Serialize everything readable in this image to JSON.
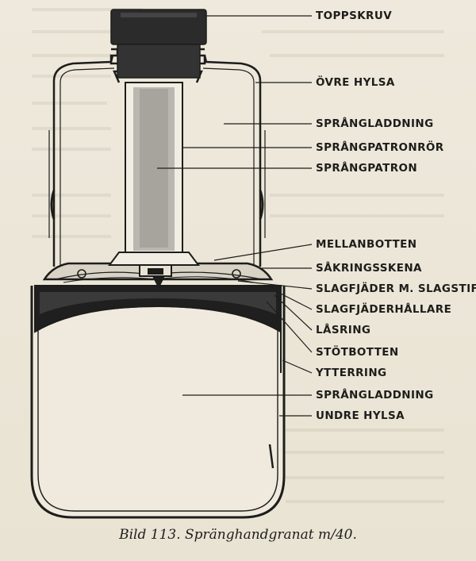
{
  "labels": {
    "toppskruv": "TOPPSKRUV",
    "ovre_hylsa": "ÖVRE HYLSA",
    "sprangladdning_upper": "SPRÅNGLADDNING",
    "sprangpatronror": "SPRÅNGPATRONRÖR",
    "sprangpatron": "SPRÅNGPATRON",
    "mellanbotten": "MELLANBOTTEN",
    "sakringsskena": "SÅKRINGSSKENA",
    "slagfjader_slagstift": "SLAGFJÄDER M. SLAGSTIFT",
    "slagfjaderhallare": "SLAGFJÄDERHÅLLARE",
    "lasring": "LÅSRING",
    "stotbotten": "STÖTBOTTEN",
    "ytterring": "YTTERRING",
    "sprangladdning_lower": "SPRÅNGLADDNING",
    "undre_hylsa": "UNDRE HYLSA"
  },
  "caption": "Bild 113. Spränghandgranat m/40.",
  "colors": {
    "paper": "#ece7d8",
    "ink": "#1d1d1b",
    "cap_fill": "#2b2b2b",
    "tube_fill": "#b9b7b0"
  }
}
